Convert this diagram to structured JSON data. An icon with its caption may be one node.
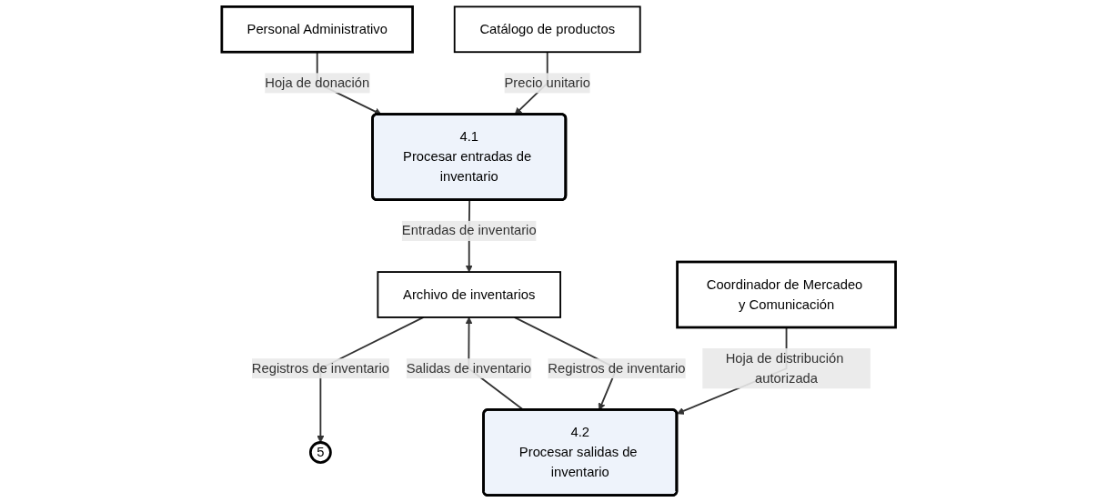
{
  "diagram": {
    "nodes": [
      {
        "text": [
          "Catálogo de productos"
        ]
      },
      {
        "text": [
          "Personal Administrativo"
        ]
      },
      {
        "text": [
          "Coordinador de Mercadeo y Comunicación"
        ]
      },
      {
        "text": [
          "4.1",
          "Procesar entradas de inventario"
        ]
      },
      {
        "text": [
          "4.2",
          "Procesar salidas de inventario"
        ]
      },
      {
        "text": [
          "Archivo de inventarios"
        ]
      },
      {
        "text": [
          "5"
        ]
      }
    ],
    "edges": [
      {
        "from": 0,
        "to": 3,
        "arrow": "to",
        "label": "Precio unitario"
      },
      {
        "from": 1,
        "to": 3,
        "arrow": "to",
        "label": "Hoja de donación"
      },
      {
        "from": 2,
        "to": 4,
        "arrow": "to",
        "label": "Hoja de distribución autorizada"
      },
      {
        "from": 3,
        "to": 5,
        "arrow": "to",
        "label": "Entradas de inventario"
      },
      {
        "from": 4,
        "to": 5,
        "arrow": "to",
        "label": "Salidas de inventario"
      },
      {
        "from": 5,
        "to": 6,
        "arrow": "to",
        "label": "Registros de inventario"
      },
      {
        "from": 5,
        "to": 4,
        "arrow": "to",
        "label": "Registros de inventario"
      }
    ]
  }
}
